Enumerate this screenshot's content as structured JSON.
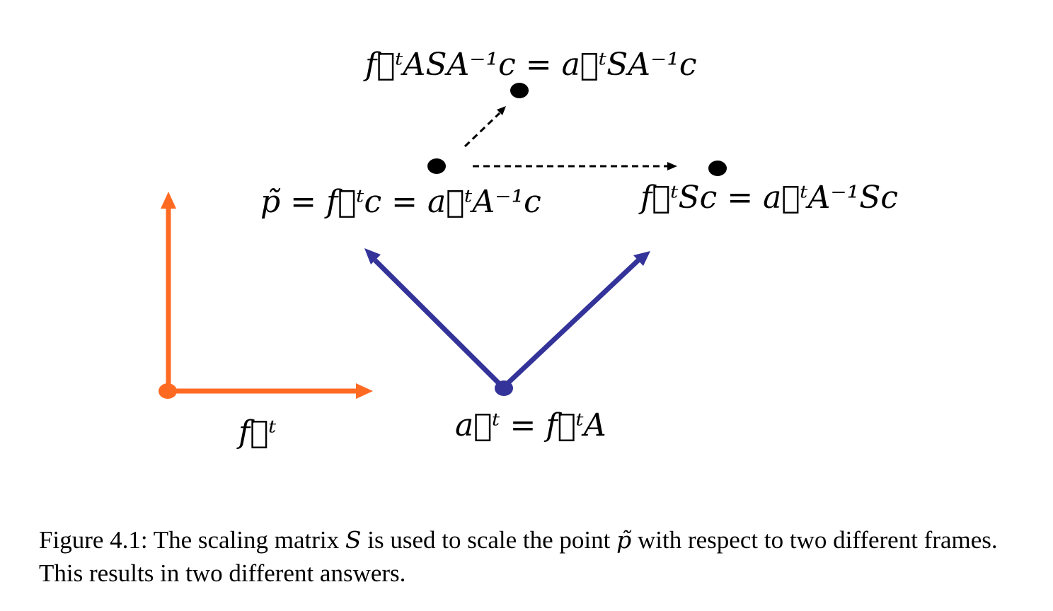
{
  "diagram": {
    "labels": {
      "top_point": "f⃗ᵗASA⁻¹c = a⃗ᵗSA⁻¹c",
      "left_point": "p̃ = f⃗ᵗc = a⃗ᵗA⁻¹c",
      "right_point": "f⃗ᵗSc = a⃗ᵗA⁻¹Sc",
      "frame_f": "f⃗ᵗ",
      "frame_a": "a⃗ᵗ = f⃗ᵗA"
    },
    "colors": {
      "frame_f": "#ff6a22",
      "frame_a": "#333399",
      "points": "#000000"
    }
  },
  "caption": {
    "prefix": "Figure 4.1: The scaling matrix ",
    "symbol_s": "S",
    "middle": " is used to scale the point ",
    "symbol_p": "p̃",
    "suffix": " with respect to two different frames. This results in two different answers."
  }
}
